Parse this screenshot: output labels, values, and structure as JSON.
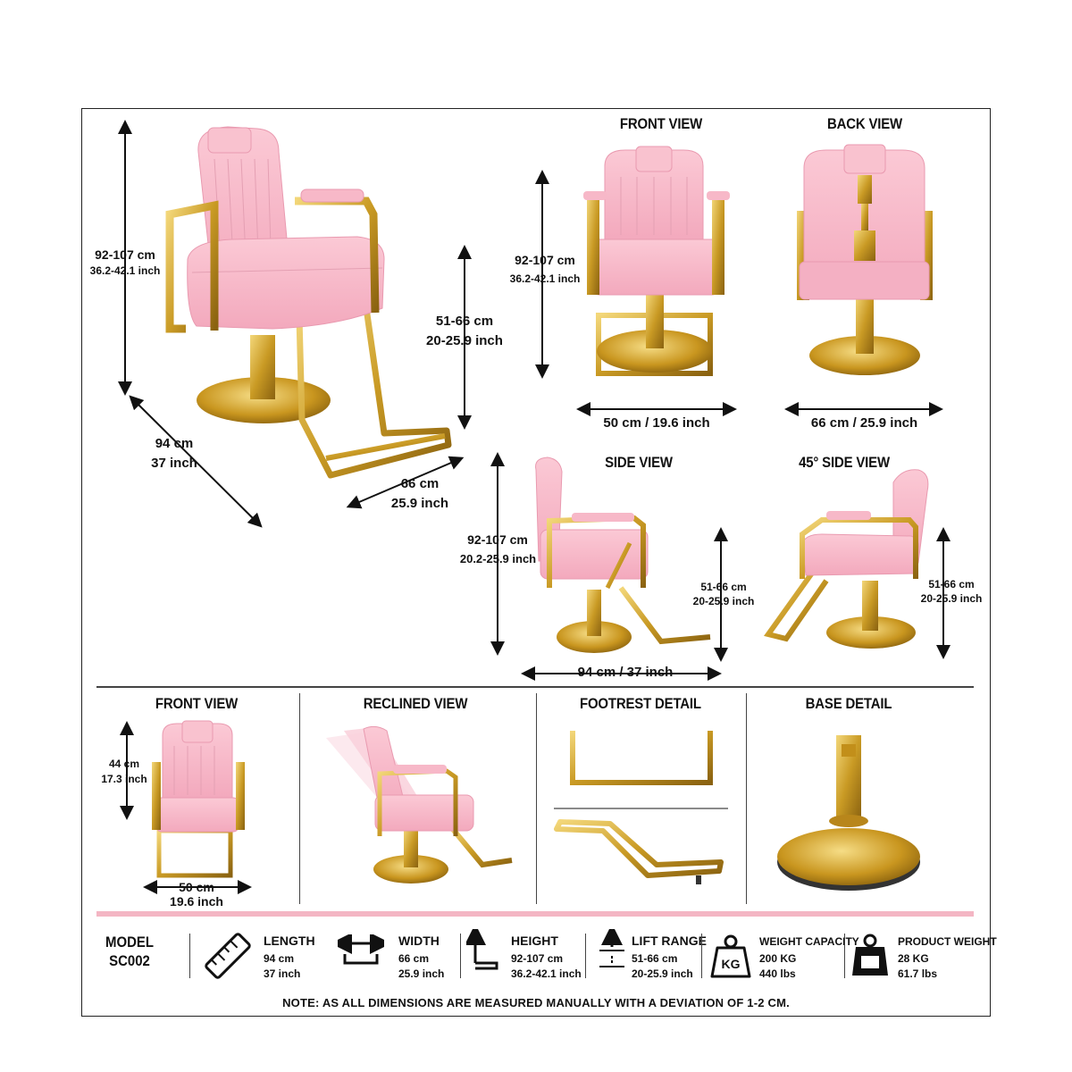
{
  "views": {
    "front_view": "FRONT VIEW",
    "back_view": "BACK VIEW",
    "side_view": "SIDE VIEW",
    "side_view_45": "45° SIDE VIEW",
    "front_view_small": "FRONT VIEW",
    "reclined_view": "RECLINED VIEW",
    "footrest_detail": "FOOTREST DETAIL",
    "base_detail": "BASE DETAIL"
  },
  "main_dims": {
    "height_cm": "92-107 cm",
    "height_inch": "36.2-42.1 inch",
    "length_cm": "94 cm",
    "length_inch": "37 inch",
    "lift_cm": "51-66 cm",
    "lift_inch": "20-25.9 inch",
    "width_cm": "66 cm",
    "width_inch": "25.9 inch"
  },
  "front_dims": {
    "height_cm": "92-107 cm",
    "height_inch": "36.2-42.1 inch",
    "width": "50 cm / 19.6 inch"
  },
  "back_dims": {
    "width": "66 cm / 25.9 inch"
  },
  "side_dims": {
    "height_cm": "92-107 cm",
    "height_inch": "20.2-25.9 inch",
    "lift_cm": "51-66 cm",
    "lift_inch": "20-25.9 inch",
    "length": "94 cm / 37 inch"
  },
  "side45_dims": {
    "lift_cm": "51-66 cm",
    "lift_inch": "20-25.9 inch"
  },
  "small_front_dims": {
    "height_cm": "44 cm",
    "height_inch": "17.3 inch",
    "width_cm": "50 cm",
    "width_inch": "19.6 inch"
  },
  "specs": {
    "model_label": "MODEL",
    "model_value": "SC002",
    "length_label": "LENGTH",
    "length_cm": "94 cm",
    "length_inch": "37 inch",
    "width_label": "WIDTH",
    "width_cm": "66 cm",
    "width_inch": "25.9 inch",
    "height_label": "HEIGHT",
    "height_cm": "92-107 cm",
    "height_inch": "36.2-42.1 inch",
    "lift_label": "LIFT RANGE",
    "lift_cm": "51-66 cm",
    "lift_inch": "20-25.9 inch",
    "weight_capacity_label": "WEIGHT CAPACITY",
    "weight_capacity_kg": "200 KG",
    "weight_capacity_lbs": "440 lbs",
    "kg_icon_text": "KG",
    "product_weight_label": "PRODUCT WEIGHT",
    "product_weight_kg": "28 KG",
    "product_weight_lbs": "61.7 lbs"
  },
  "note": "NOTE: AS ALL DIMENSIONS ARE MEASURED MANUALLY WITH A DEVIATION OF 1-2 CM.",
  "colors": {
    "pink": "#f7b8c8",
    "pink_dark": "#e99ab0",
    "gold": "#d4a52a",
    "gold_dark": "#a87a12",
    "accent_bar": "#f4b6c4"
  }
}
